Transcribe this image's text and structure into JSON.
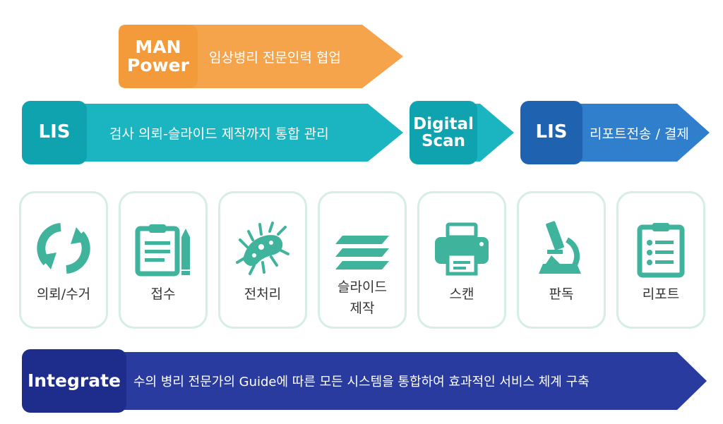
{
  "colors": {
    "orange": "#f6a44c",
    "teal": "#1bb5c2",
    "teal_tag": "#0fa3b0",
    "blue": "#2f7fcc",
    "blue_tag": "#1f62b0",
    "navy": "#2a3ba0",
    "navy_tag": "#1e2d8c",
    "icon_green": "#3fb39c",
    "card_border": "#d6ede8"
  },
  "manpower": {
    "tag": "MAN\nPower",
    "desc": "임상병리 전문인력 협업"
  },
  "lis_left": {
    "tag": "LIS",
    "desc": "검사 의뢰-슬라이드 제작까지 통합 관리"
  },
  "digital_scan": {
    "tag": "Digital\nScan"
  },
  "lis_right": {
    "tag": "LIS",
    "desc": "리포트전송 / 결제"
  },
  "steps": [
    {
      "label": "의뢰/수거",
      "icon": "refresh-icon"
    },
    {
      "label": "접수",
      "icon": "clipboard-pencil-icon"
    },
    {
      "label": "전처리",
      "icon": "bacteria-icon"
    },
    {
      "label": "슬라이드\n제작",
      "icon": "slides-stack-icon"
    },
    {
      "label": "스캔",
      "icon": "printer-icon"
    },
    {
      "label": "판독",
      "icon": "microscope-icon"
    },
    {
      "label": "리포트",
      "icon": "report-checklist-icon"
    }
  ],
  "integrate": {
    "tag": "Integrate",
    "desc": "수의 병리 전문가의 Guide에 따른 모든 시스템을 통합하여 효과적인 서비스 체계 구축"
  }
}
